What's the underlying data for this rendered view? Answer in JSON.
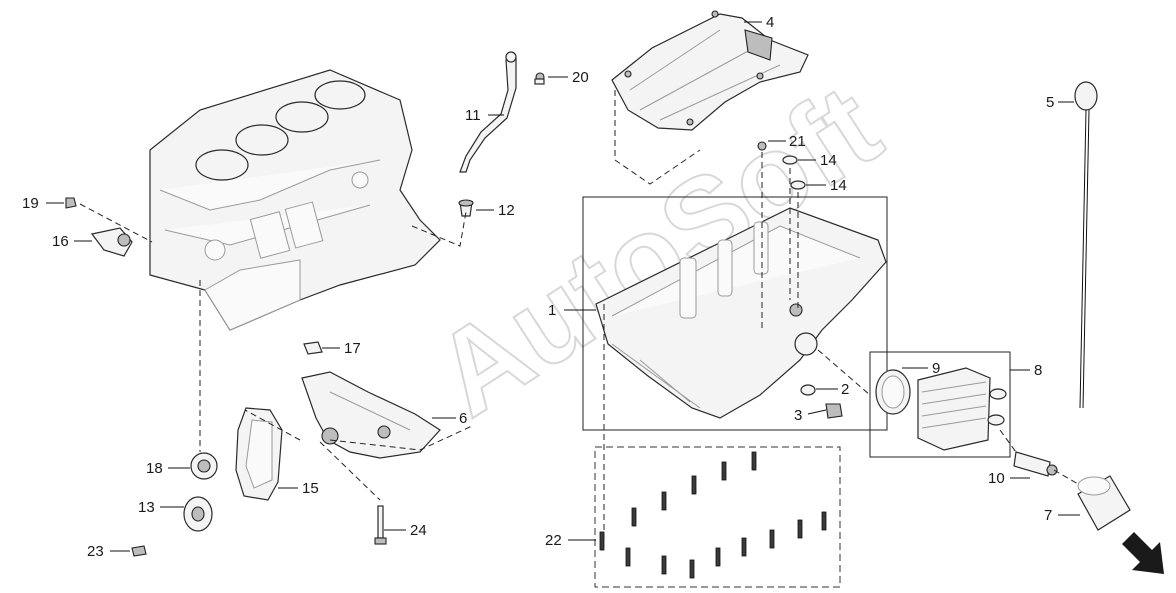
{
  "watermark": "AutoSoft",
  "callouts": {
    "c1": "1",
    "c2": "2",
    "c3": "3",
    "c4": "4",
    "c5": "5",
    "c6": "6",
    "c7": "7",
    "c8": "8",
    "c9": "9",
    "c10": "10",
    "c11": "11",
    "c12": "12",
    "c13": "13",
    "c14a": "14",
    "c14b": "14",
    "c15": "15",
    "c16": "16",
    "c17": "17",
    "c18": "18",
    "c19": "19",
    "c20": "20",
    "c21": "21",
    "c22": "22",
    "c23": "23",
    "c24": "24"
  },
  "direction_icon": "arrow-down-right-icon"
}
